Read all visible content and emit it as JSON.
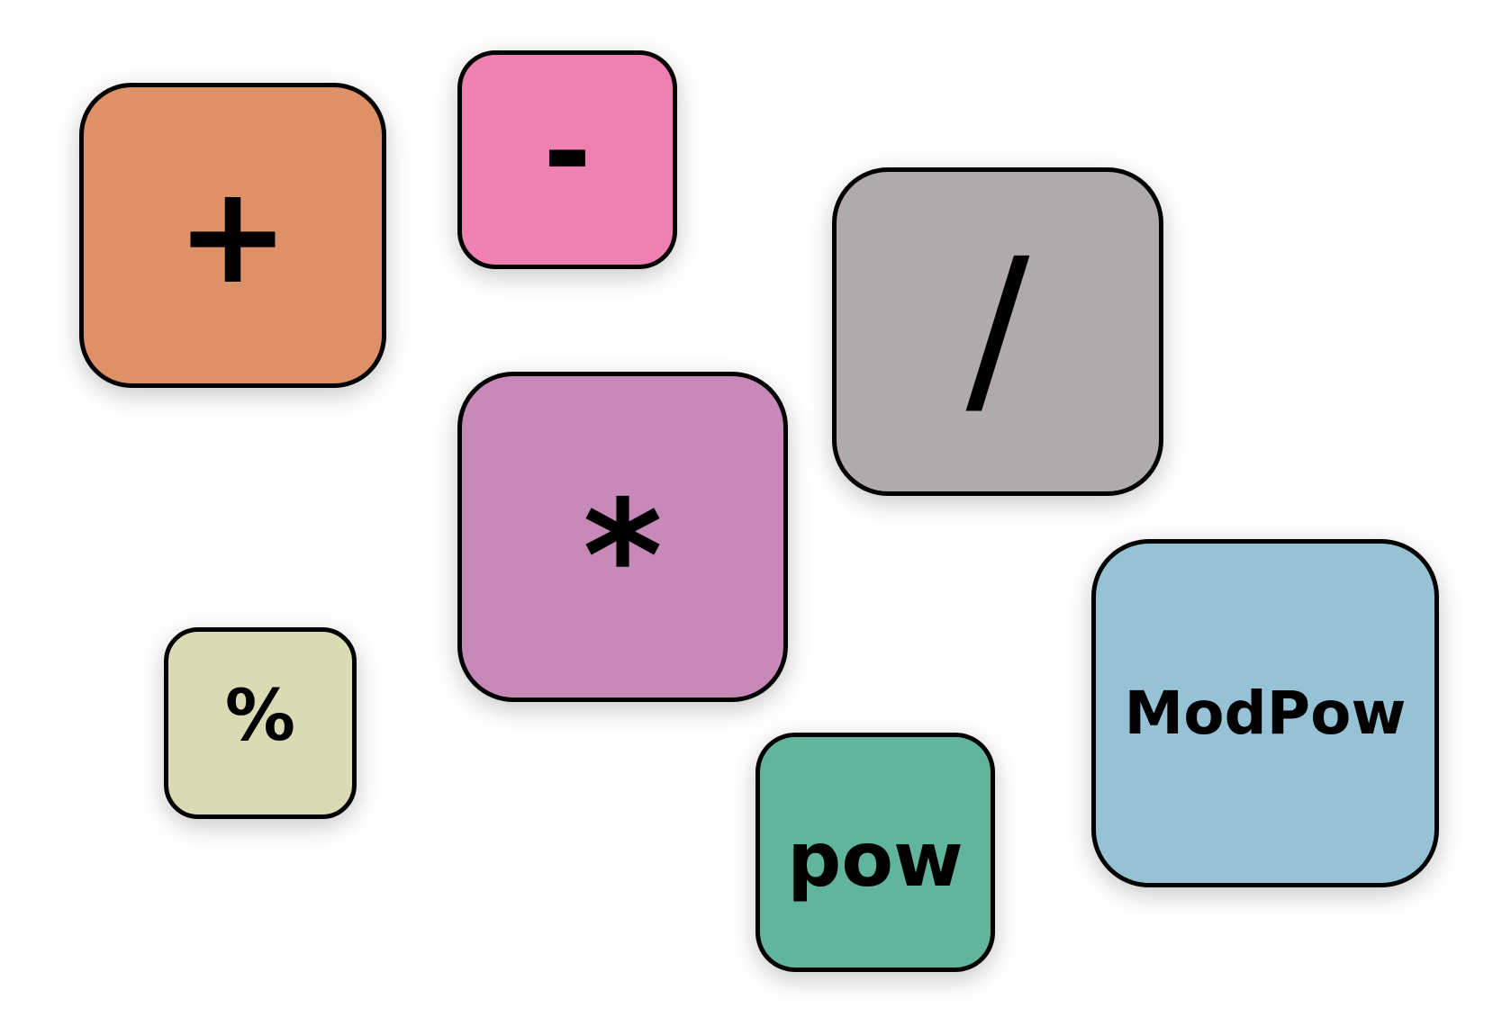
{
  "operators": [
    {
      "id": "plus",
      "label": "+",
      "color": "#DE9066"
    },
    {
      "id": "minus",
      "label": "-",
      "color": "#EE81B2"
    },
    {
      "id": "divide",
      "label": "/",
      "color": "#B0AAAD"
    },
    {
      "id": "mult",
      "label": "*",
      "color": "#C689B8"
    },
    {
      "id": "mod",
      "label": "%",
      "color": "#DADBB5"
    },
    {
      "id": "pow",
      "label": "pow",
      "color": "#62B59D"
    },
    {
      "id": "modpow",
      "label": "ModPow",
      "color": "#96C2D6"
    }
  ]
}
